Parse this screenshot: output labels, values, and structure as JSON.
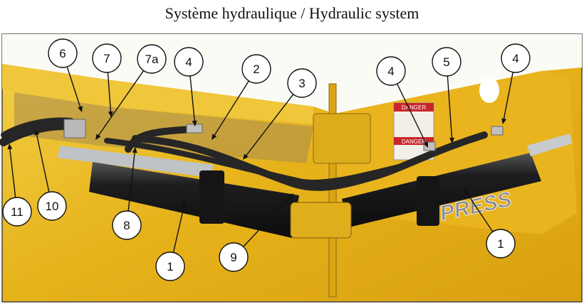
{
  "title": "Système hydraulique  /  Hydraulic system",
  "decals": {
    "danger1": "DANGER",
    "danger2": "DANGER",
    "brand": "PRESS"
  },
  "callouts": [
    {
      "label": "6"
    },
    {
      "label": "7"
    },
    {
      "label": "7a"
    },
    {
      "label": "4"
    },
    {
      "label": "2"
    },
    {
      "label": "3"
    },
    {
      "label": "4"
    },
    {
      "label": "5"
    },
    {
      "label": "4"
    },
    {
      "label": "11"
    },
    {
      "label": "10"
    },
    {
      "label": "8"
    },
    {
      "label": "1"
    },
    {
      "label": "9"
    },
    {
      "label": "1"
    }
  ],
  "colors": {
    "machine": "#e8b51c",
    "cylinder": "#1c1c1e",
    "hose": "#2a2a2a"
  }
}
